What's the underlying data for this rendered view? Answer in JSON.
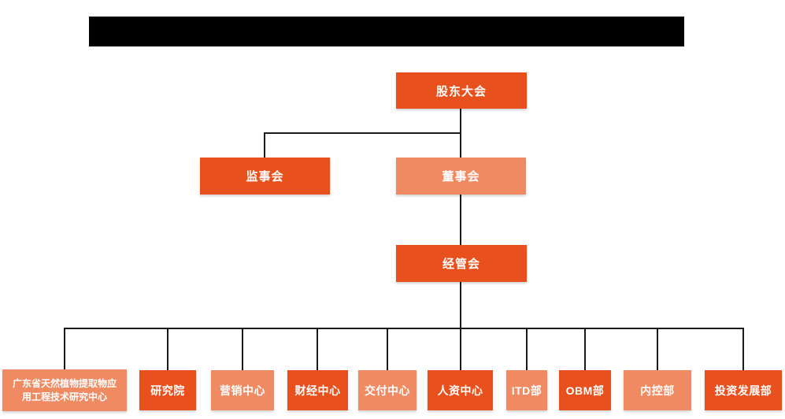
{
  "colors": {
    "node_dark": "#E8511D",
    "node_light": "#EF8A63",
    "line": "#1A1A1A",
    "redacted_bar": "#000000",
    "node_text": "#FFFFFF"
  },
  "chart": {
    "type": "org-chart",
    "root": {
      "label": "股东大会",
      "variant": "dark"
    },
    "level2": [
      {
        "label": "监事会",
        "variant": "dark"
      },
      {
        "label": "董事会",
        "variant": "light"
      }
    ],
    "level3": {
      "label": "经管会",
      "variant": "dark"
    },
    "departments": [
      {
        "label": "广东省天然植物提取物应用工程技术研究中心",
        "variant": "light"
      },
      {
        "label": "研究院",
        "variant": "dark"
      },
      {
        "label": "营销中心",
        "variant": "light"
      },
      {
        "label": "财经中心",
        "variant": "dark"
      },
      {
        "label": "交付中心",
        "variant": "light"
      },
      {
        "label": "人资中心",
        "variant": "dark"
      },
      {
        "label": "ITD部",
        "variant": "light"
      },
      {
        "label": "OBM部",
        "variant": "dark"
      },
      {
        "label": "内控部",
        "variant": "light"
      },
      {
        "label": "投资发展部",
        "variant": "dark"
      }
    ]
  }
}
